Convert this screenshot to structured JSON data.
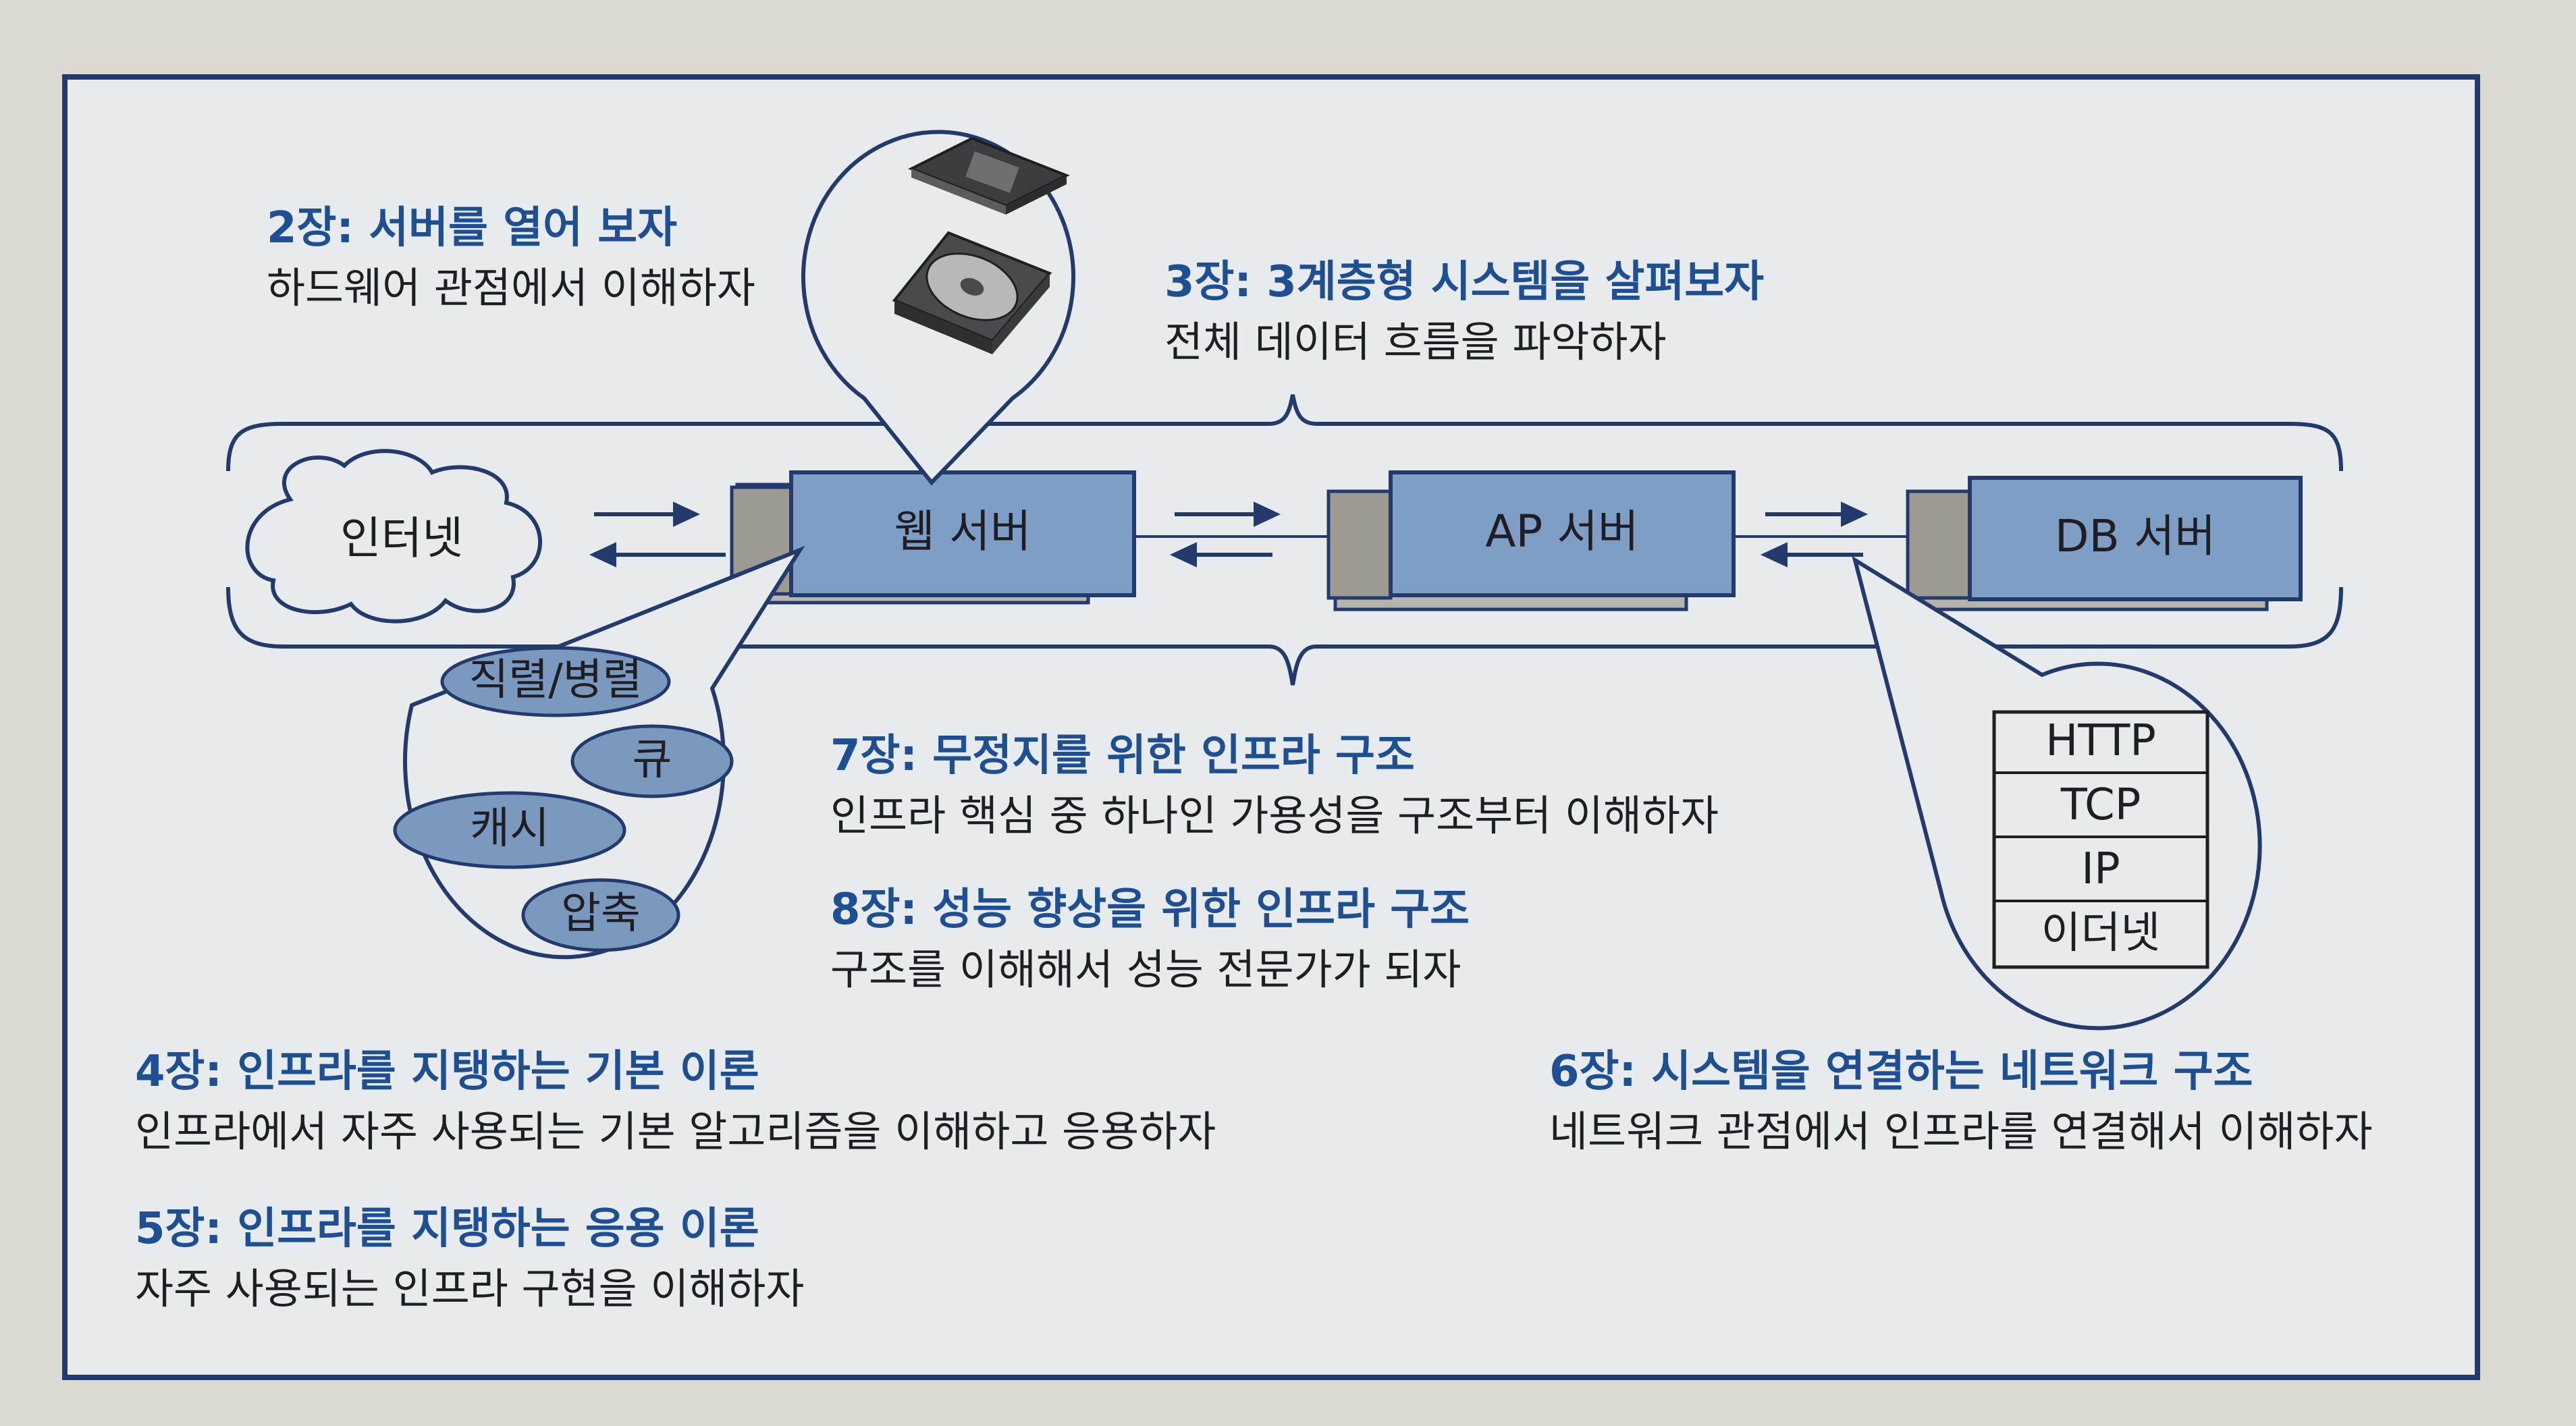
{
  "nodes": {
    "internet": "인터넷",
    "web_server": "웹 서버",
    "ap_server": "AP 서버",
    "db_server": "DB 서버"
  },
  "chapters": {
    "ch2": {
      "title": "2장: 서버를 열어 보자",
      "desc": "하드웨어 관점에서 이해하자"
    },
    "ch3": {
      "title": "3장: 3계층형 시스템을 살펴보자",
      "desc": "전체 데이터 흐름을 파악하자"
    },
    "ch4": {
      "title": "4장: 인프라를 지탱하는 기본 이론",
      "desc": "인프라에서 자주 사용되는 기본 알고리즘을 이해하고 응용하자"
    },
    "ch5": {
      "title": "5장: 인프라를 지탱하는 응용 이론",
      "desc": "자주 사용되는 인프라 구현을 이해하자"
    },
    "ch6": {
      "title": "6장: 시스템을 연결하는 네트워크 구조",
      "desc": "네트워크 관점에서 인프라를 연결해서 이해하자"
    },
    "ch7": {
      "title": "7장: 무정지를 위한 인프라 구조",
      "desc": "인프라 핵심 중 하나인 가용성을 구조부터 이해하자"
    },
    "ch8": {
      "title": "8장: 성능 향상을 위한 인프라 구조",
      "desc": "구조를 이해해서 성능 전문가가 되자"
    }
  },
  "theory_bubble": [
    "직렬/병렬",
    "큐",
    "캐시",
    "압축"
  ],
  "protocol_stack": [
    "HTTP",
    "TCP",
    "IP",
    "이더넷"
  ],
  "icons": [
    "cpu-chip-icon",
    "hard-disk-icon"
  ],
  "colors": {
    "heading": "#1f4f93",
    "server_fill": "#7f9ec6",
    "oval_fill": "#7b98bf",
    "line": "#243a6c",
    "background": "#e7ebee"
  }
}
